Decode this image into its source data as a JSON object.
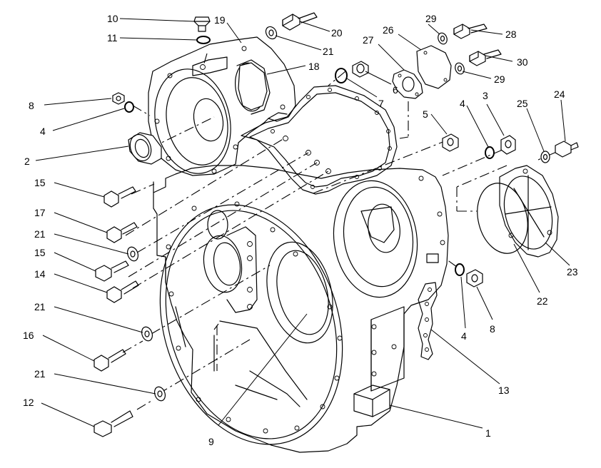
{
  "diagram": {
    "callouts": [
      {
        "id": "c10a",
        "text": "10"
      },
      {
        "id": "c11",
        "text": "11"
      },
      {
        "id": "c19",
        "text": "19"
      },
      {
        "id": "c20",
        "text": "20"
      },
      {
        "id": "c21a",
        "text": "21"
      },
      {
        "id": "c18",
        "text": "18"
      },
      {
        "id": "c29a",
        "text": "29"
      },
      {
        "id": "c26",
        "text": "26"
      },
      {
        "id": "c27",
        "text": "27"
      },
      {
        "id": "c28",
        "text": "28"
      },
      {
        "id": "c30",
        "text": "30"
      },
      {
        "id": "c29b",
        "text": "29"
      },
      {
        "id": "c6",
        "text": "6"
      },
      {
        "id": "c7",
        "text": "7"
      },
      {
        "id": "c8a",
        "text": "8"
      },
      {
        "id": "c4a",
        "text": "4"
      },
      {
        "id": "c2",
        "text": "2"
      },
      {
        "id": "c15a",
        "text": "15"
      },
      {
        "id": "c17",
        "text": "17"
      },
      {
        "id": "c21b",
        "text": "21"
      },
      {
        "id": "c15b",
        "text": "15"
      },
      {
        "id": "c14",
        "text": "14"
      },
      {
        "id": "c21c",
        "text": "21"
      },
      {
        "id": "c16",
        "text": "16"
      },
      {
        "id": "c21d",
        "text": "21"
      },
      {
        "id": "c12",
        "text": "12"
      },
      {
        "id": "c5",
        "text": "5"
      },
      {
        "id": "c4b",
        "text": "4"
      },
      {
        "id": "c3",
        "text": "3"
      },
      {
        "id": "c25",
        "text": "25"
      },
      {
        "id": "c24",
        "text": "24"
      },
      {
        "id": "c23",
        "text": "23"
      },
      {
        "id": "c22",
        "text": "22"
      },
      {
        "id": "c4c",
        "text": "4"
      },
      {
        "id": "c8b",
        "text": "8"
      },
      {
        "id": "c13",
        "text": "13"
      },
      {
        "id": "c9",
        "text": "9"
      },
      {
        "id": "c1",
        "text": "1"
      }
    ]
  }
}
